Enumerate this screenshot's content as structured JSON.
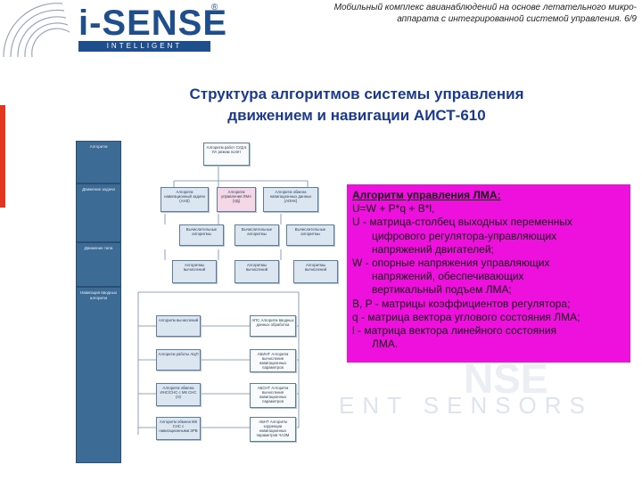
{
  "header": {
    "logo_text": "i-SENSE",
    "logo_registered": "®",
    "logo_tagline": "INTELLIGENT SENSORS",
    "subtitle_line1": "Мобильный комплекс авианаблюдений на основе летательного микро-",
    "subtitle_line2": "аппарата с интегрированной системой управления. 6/9"
  },
  "title": {
    "line1": "Структура алгоритмов системы управления",
    "line2": "движением и навигации АИСТ-610"
  },
  "diagram": {
    "lanes": [
      "Алгоритм",
      "Движение задачи",
      "Движение типа",
      "Навигация вводных алгоритм"
    ],
    "boxes": {
      "top": "Алгоритм работ СУД в ЛА режим полёт",
      "algo1": "Алгоритм навигационный задачи (АНЗ)",
      "algo2": "Алгоритм управления ЛМА (УД)",
      "algo3": "Алгоритм обмена навигационных данных (АОНК)",
      "calc1": "Вычислительные алгоритмы",
      "calc2": "Вычислительные алгоритмы",
      "calc3": "Вычислительные алгоритмы",
      "base1": "Алгоритмы вычислений",
      "base2": "Алгоритмы вычислений",
      "base3": "Алгоритмы вычислений",
      "left1": "Алгоритм вычислений",
      "left2": "Алгоритм работы АЦП",
      "left3": "Алгоритм обмена ИНС/СНС с МК СНС (Н)",
      "left4": "Алгоритм обмена МК СНС с навигационными ЗРВ",
      "right1": "АПС Алгоритм вводных данных обработка",
      "right2": "АБИНТ Алгоритм вычисления навигационных параметров",
      "right3": "АБСНТ Алгоритм вычисления навигационных параметров",
      "right4": "АБНТ Алгоритм коррекции навигационных параметров ЧАЗМ"
    }
  },
  "textbox": {
    "heading": "Алгоритм управления ЛМА:",
    "lines": [
      {
        "text": "U=W + P*q + B*l,",
        "indent": false
      },
      {
        "text": "U - матрица-столбец выходных переменных",
        "indent": false
      },
      {
        "text": "цифрового регулятора-управляющих",
        "indent": true
      },
      {
        "text": "напряжений двигателей;",
        "indent": true
      },
      {
        "text": "W - опорные напряжения управляющих",
        "indent": false
      },
      {
        "text": "напряжений, обеспечивающих",
        "indent": true
      },
      {
        "text": "вертикальный подъем ЛМА;",
        "indent": true
      },
      {
        "text": "B, P - матрицы коэффициентов регулятора;",
        "indent": false
      },
      {
        "text": "q - матрица вектора углового состояния ЛМА;",
        "indent": false
      },
      {
        "text": " l - матрица вектора линейного состояния",
        "indent": false
      },
      {
        "text": "ЛМА.",
        "indent": true
      }
    ]
  },
  "watermark": {
    "text": "ENT SENSORS",
    "big": "NSE"
  },
  "colors": {
    "brand_blue": "#1f4e8c",
    "title_blue": "#1b3a8f",
    "magenta_box": "#ee11dd",
    "red_marker": "#e2361f",
    "lane_blue": "#3c6b96"
  }
}
